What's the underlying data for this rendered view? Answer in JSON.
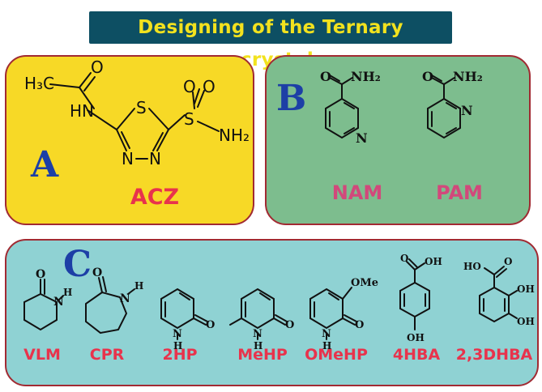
{
  "title": "Designing of the Ternary  cocrystals",
  "panel_a": {
    "letter": "A",
    "compound": "ACZ",
    "atoms": {
      "h3c": "H₃C",
      "o1": "O",
      "hn": "HN",
      "s": "S",
      "n_left": "N",
      "n_right": "N",
      "s_sulfonyl": "S",
      "o2": "O",
      "o3": "O",
      "nh2": "NH₂"
    }
  },
  "panel_b": {
    "letter": "B",
    "compounds": [
      {
        "label": "NAM",
        "o": "O",
        "nh2": "NH₂",
        "n": "N"
      },
      {
        "label": "PAM",
        "o": "O",
        "nh2": "NH₂",
        "n": "N"
      }
    ]
  },
  "panel_c": {
    "letter": "C",
    "compounds": [
      {
        "label": "VLM",
        "atoms": {
          "o": "O",
          "n": "N",
          "h": "H"
        }
      },
      {
        "label": "CPR",
        "atoms": {
          "o": "O",
          "n": "N",
          "h": "H"
        }
      },
      {
        "label": "2HP",
        "atoms": {
          "n": "N",
          "h": "H",
          "o": "O"
        }
      },
      {
        "label": "MeHP",
        "atoms": {
          "n": "N",
          "h": "H",
          "o": "O"
        }
      },
      {
        "label": "OMeHP",
        "atoms": {
          "ome": "OMe",
          "n": "N",
          "h": "H",
          "o": "O"
        }
      },
      {
        "label": "4HBA",
        "atoms": {
          "o": "O",
          "oh_top": "OH",
          "oh_bottom": "OH"
        }
      },
      {
        "label": "2,3DHBA",
        "atoms": {
          "ho": "HO",
          "o": "O",
          "oh1": "OH",
          "oh2": "OH"
        }
      }
    ]
  },
  "colors": {
    "title_bg": "#0d4f63",
    "title_text": "#f2e21e",
    "panel_a": "#f7d926",
    "panel_b": "#7dbd8e",
    "panel_c": "#8fd2d3",
    "border": "#a12a32",
    "letter": "#1d3fa6",
    "label": "#e8334c",
    "label_b": "#d2487b"
  }
}
